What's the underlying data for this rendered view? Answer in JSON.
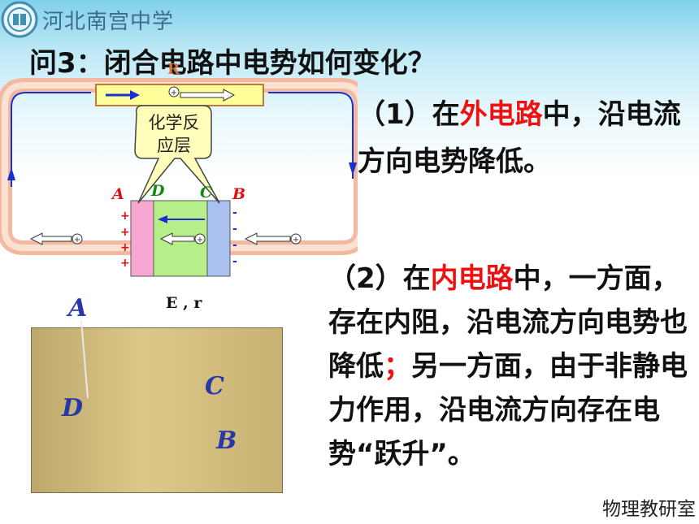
{
  "header": {
    "school_name": "河北南宫中学"
  },
  "question": "问3：闭合电路中电势如何变化？",
  "diagram": {
    "resistor_label": "R",
    "bubble_line1": "化学反",
    "bubble_line2": "应层",
    "labels": {
      "A": "A",
      "D": "D",
      "C": "C",
      "B": "B"
    },
    "source_label": "E , r",
    "plus": "+",
    "minus": "-"
  },
  "bar": {
    "A": "A",
    "D": "D",
    "C": "C",
    "B": "B"
  },
  "point1": {
    "prefix": "（1）在",
    "highlight": "外电路",
    "suffix": "中，沿电流方向电势降低。"
  },
  "point2": {
    "prefix": "（2）在",
    "highlight": "内电路",
    "middle": "中，一方面，存在内阻，沿电流方向电势也降低",
    "semicolon": "；",
    "suffix": "另一方面，由于非静电力作用，沿电流方向存在电势“跃升”。"
  },
  "footer": "物理教研室"
}
